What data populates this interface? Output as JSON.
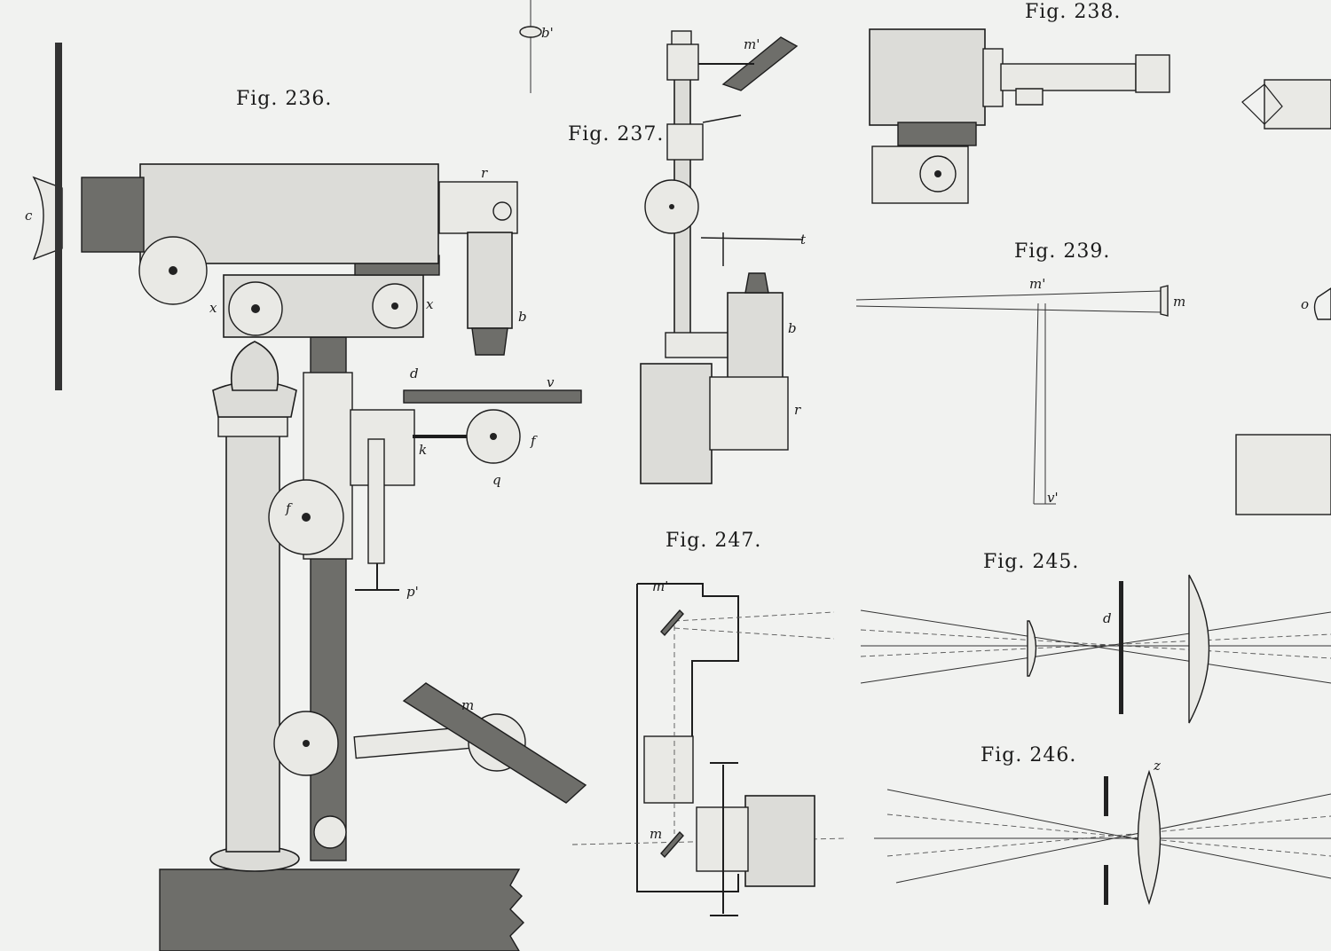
{
  "captions": {
    "fig236": "Fig. 236.",
    "fig237": "Fig. 237.",
    "fig238": "Fig. 238.",
    "fig239": "Fig. 239.",
    "fig245": "Fig. 245.",
    "fig246": "Fig. 246.",
    "fig247": "Fig. 247."
  },
  "letters": {
    "b_prime_top": "b'",
    "c": "c",
    "r": "r",
    "x_left": "x",
    "x_right": "x",
    "b": "b",
    "d": "d",
    "v": "v",
    "k": "k",
    "f_right": "f",
    "q": "q",
    "f_left": "f",
    "p_prime": "p'",
    "m": "m",
    "m_prime_237": "m'",
    "t_237": "t",
    "b_237": "b",
    "r_237": "r",
    "m_prime_239": "m'",
    "m_239": "m",
    "v_prime_239": "v'",
    "o": "o",
    "d_245": "d",
    "m_prime_247": "m'",
    "m_247": "m",
    "z_246": "z"
  }
}
